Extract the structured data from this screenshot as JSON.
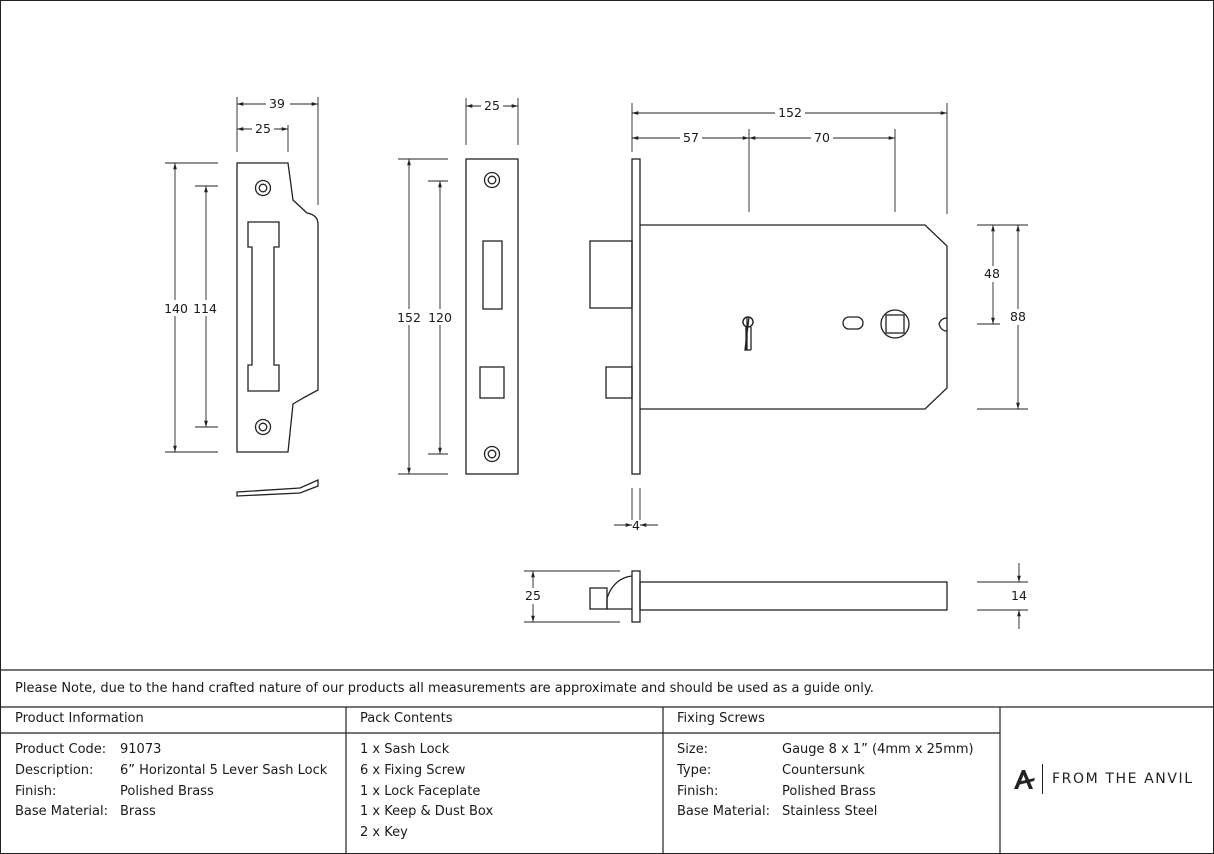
{
  "dimensions": {
    "strike_width": "39",
    "strike_inner_width": "25",
    "strike_height": "140",
    "strike_inner_height": "114",
    "faceplate_width": "25",
    "faceplate_height": "152",
    "faceplate_inner_height": "120",
    "case_total_length": "152",
    "backset": "57",
    "centres": "70",
    "case_inner_height": "48",
    "case_height": "88",
    "faceplate_thickness": "4",
    "forend_width": "25",
    "case_thickness": "14"
  },
  "note": "Please Note, due to the hand crafted nature of our products all measurements are approximate and should be used as a guide only.",
  "product_information": {
    "heading": "Product Information",
    "rows": [
      {
        "label": "Product Code:",
        "value": "91073"
      },
      {
        "label": "Description:",
        "value": "6” Horizontal 5 Lever Sash Lock"
      },
      {
        "label": "Finish:",
        "value": "Polished Brass"
      },
      {
        "label": "Base Material:",
        "value": "Brass"
      }
    ]
  },
  "pack_contents": {
    "heading": "Pack Contents",
    "items": [
      "1 x Sash Lock",
      "6 x Fixing Screw",
      "1 x Lock Faceplate",
      "1 x Keep & Dust Box",
      "2 x Key"
    ]
  },
  "fixing_screws": {
    "heading": "Fixing Screws",
    "rows": [
      {
        "label": "Size:",
        "value": "Gauge 8 x 1” (4mm x 25mm)"
      },
      {
        "label": "Type:",
        "value": "Countersunk"
      },
      {
        "label": "Finish:",
        "value": "Polished Brass"
      },
      {
        "label": "Base Material:",
        "value": "Stainless Steel"
      }
    ]
  },
  "brand": {
    "name": "FROM THE ANVIL",
    "logo_icon": "anvil-a-logo-icon"
  }
}
